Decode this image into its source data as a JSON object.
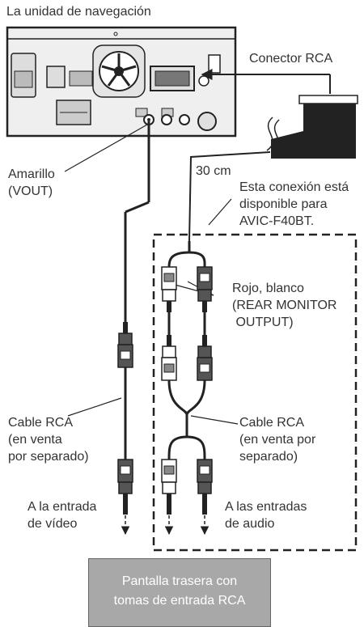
{
  "labels": {
    "title": "La unidad de navegación",
    "rca_connector": "Conector RCA",
    "yellow_vout": "Amarillo\n(VOUT)",
    "length": "30 cm",
    "availability_note": "Esta conexión está\ndisponible para\nAVIC-F40BT.",
    "red_white": "Rojo, blanco\n(REAR MONITOR\n OUTPUT)",
    "cable_rca_left": "Cable RCA\n(en venta\npor separado)",
    "cable_rca_right": "Cable RCA\n(en venta por\nseparado)",
    "video_input": "A la entrada\nde vídeo",
    "audio_inputs": "A las entradas\nde audio",
    "rear_display": "Pantalla trasera con\ntomas de entrada RCA"
  },
  "colors": {
    "line": "#222222",
    "unit_body": "#efefef",
    "white_plug": "#ffffff",
    "dark_plug": "#555555",
    "display_box": "#a8a8a8"
  }
}
